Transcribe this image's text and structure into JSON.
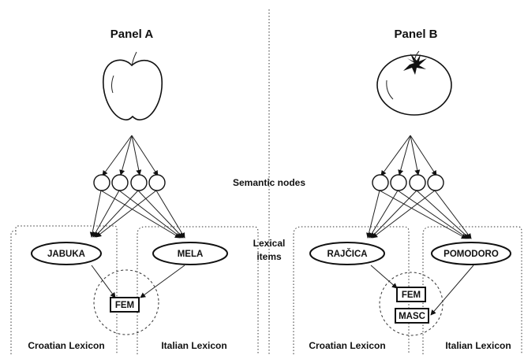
{
  "panel_a": {
    "title": "Panel A",
    "word_left": "JABUKA",
    "word_right": "MELA",
    "gender": [
      "FEM"
    ],
    "lexicon_left": "Croatian Lexicon",
    "lexicon_right": "Italian Lexicon",
    "picture": "apple-drawing"
  },
  "panel_b": {
    "title": "Panel B",
    "word_left": "RAJČICA",
    "word_right": "POMODORO",
    "gender": [
      "FEM",
      "MASC"
    ],
    "lexicon_left": "Croatian Lexicon",
    "lexicon_right": "Italian Lexicon",
    "picture": "tomato-drawing"
  },
  "center": {
    "semantic_nodes": "Semantic nodes",
    "lexical_line1": "Lexical",
    "lexical_line2": "items"
  }
}
